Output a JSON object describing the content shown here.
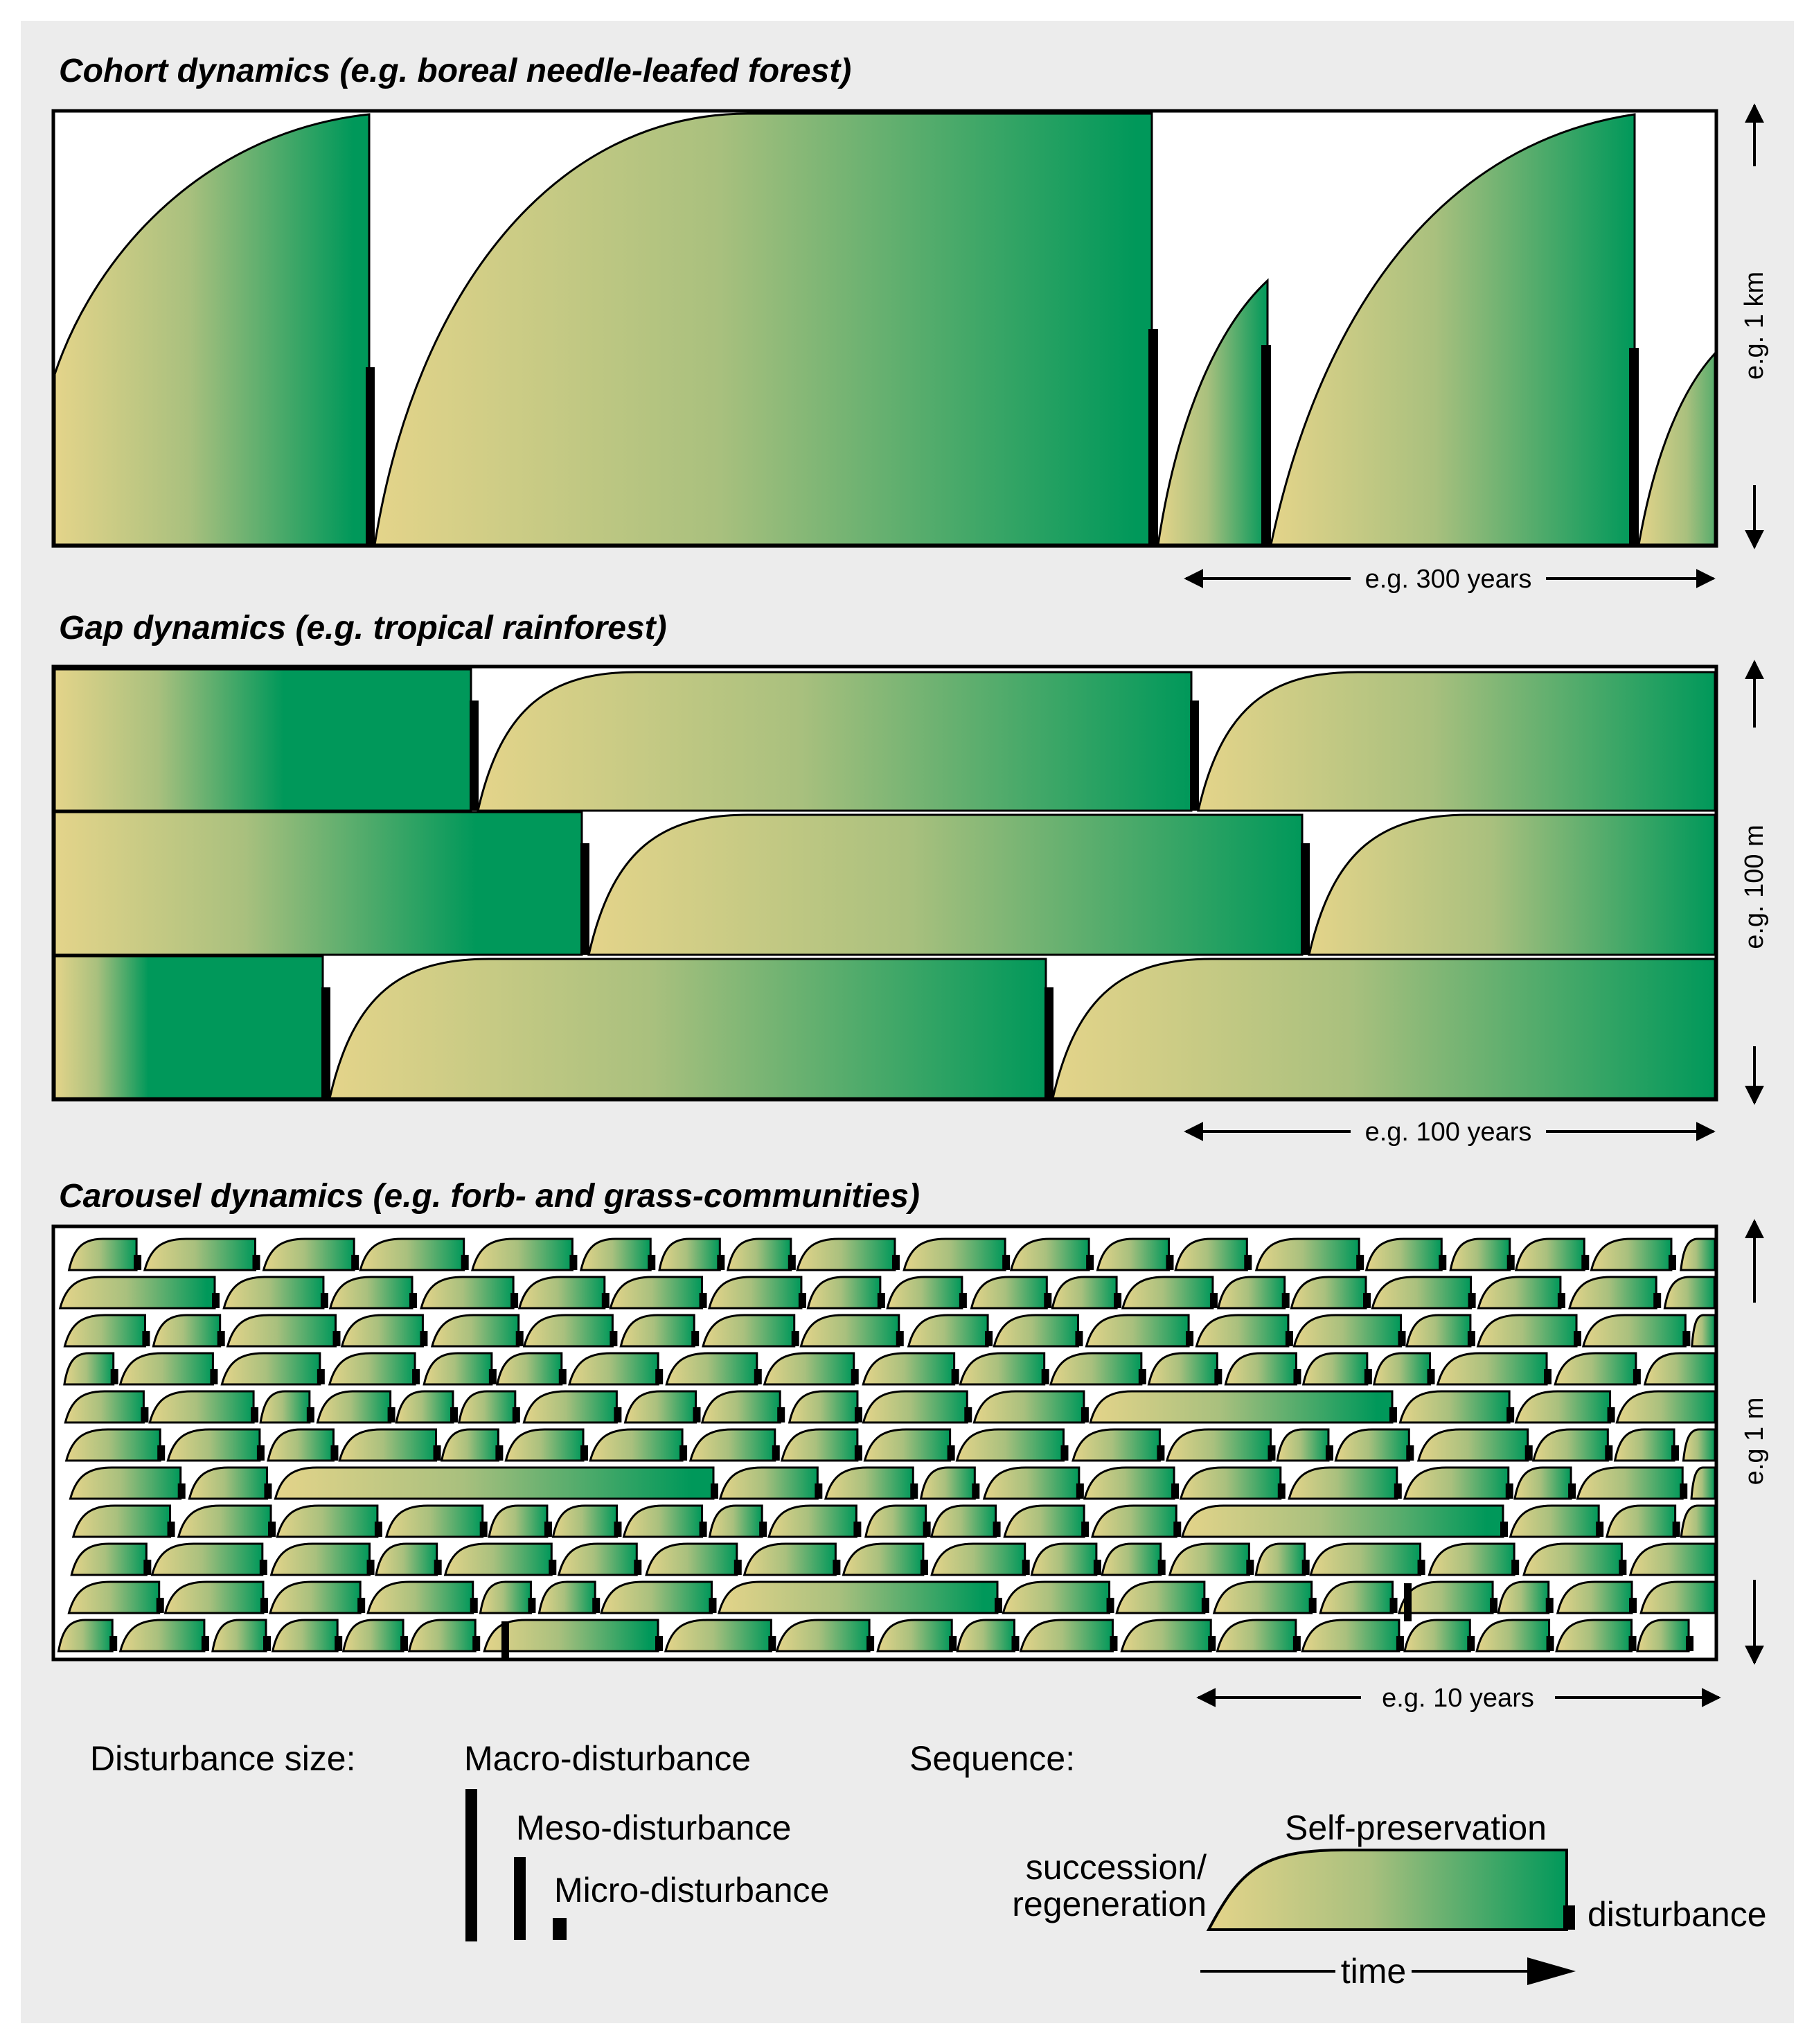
{
  "panels": [
    {
      "title": "Cohort dynamics (e.g. boreal needle-leafed forest)",
      "vertical_scale": "e.g. 1 km",
      "horizontal_scale": "e.g. 300 years"
    },
    {
      "title": "Gap dynamics (e.g. tropical rainforest)",
      "vertical_scale": "e.g. 100 m",
      "horizontal_scale": "e.g. 100 years"
    },
    {
      "title": "Carousel dynamics (e.g. forb- and grass-communities)",
      "vertical_scale": "e.g 1 m",
      "horizontal_scale": "e.g. 10 years"
    }
  ],
  "legend": {
    "disturbance_size_label": "Disturbance size:",
    "macro": "Macro-disturbance",
    "meso": "Meso-disturbance",
    "micro": "Micro-disturbance",
    "sequence_label": "Sequence:",
    "self_preservation": "Self-preservation",
    "succession_line1": "succession/",
    "succession_line2": "regeneration",
    "disturbance": "disturbance",
    "time": "time"
  },
  "colors": {
    "background": "#ececec",
    "gradient_start": "#e4d48a",
    "gradient_mid": "#a9c07e",
    "gradient_end": "#00985a",
    "ink": "#000000"
  }
}
